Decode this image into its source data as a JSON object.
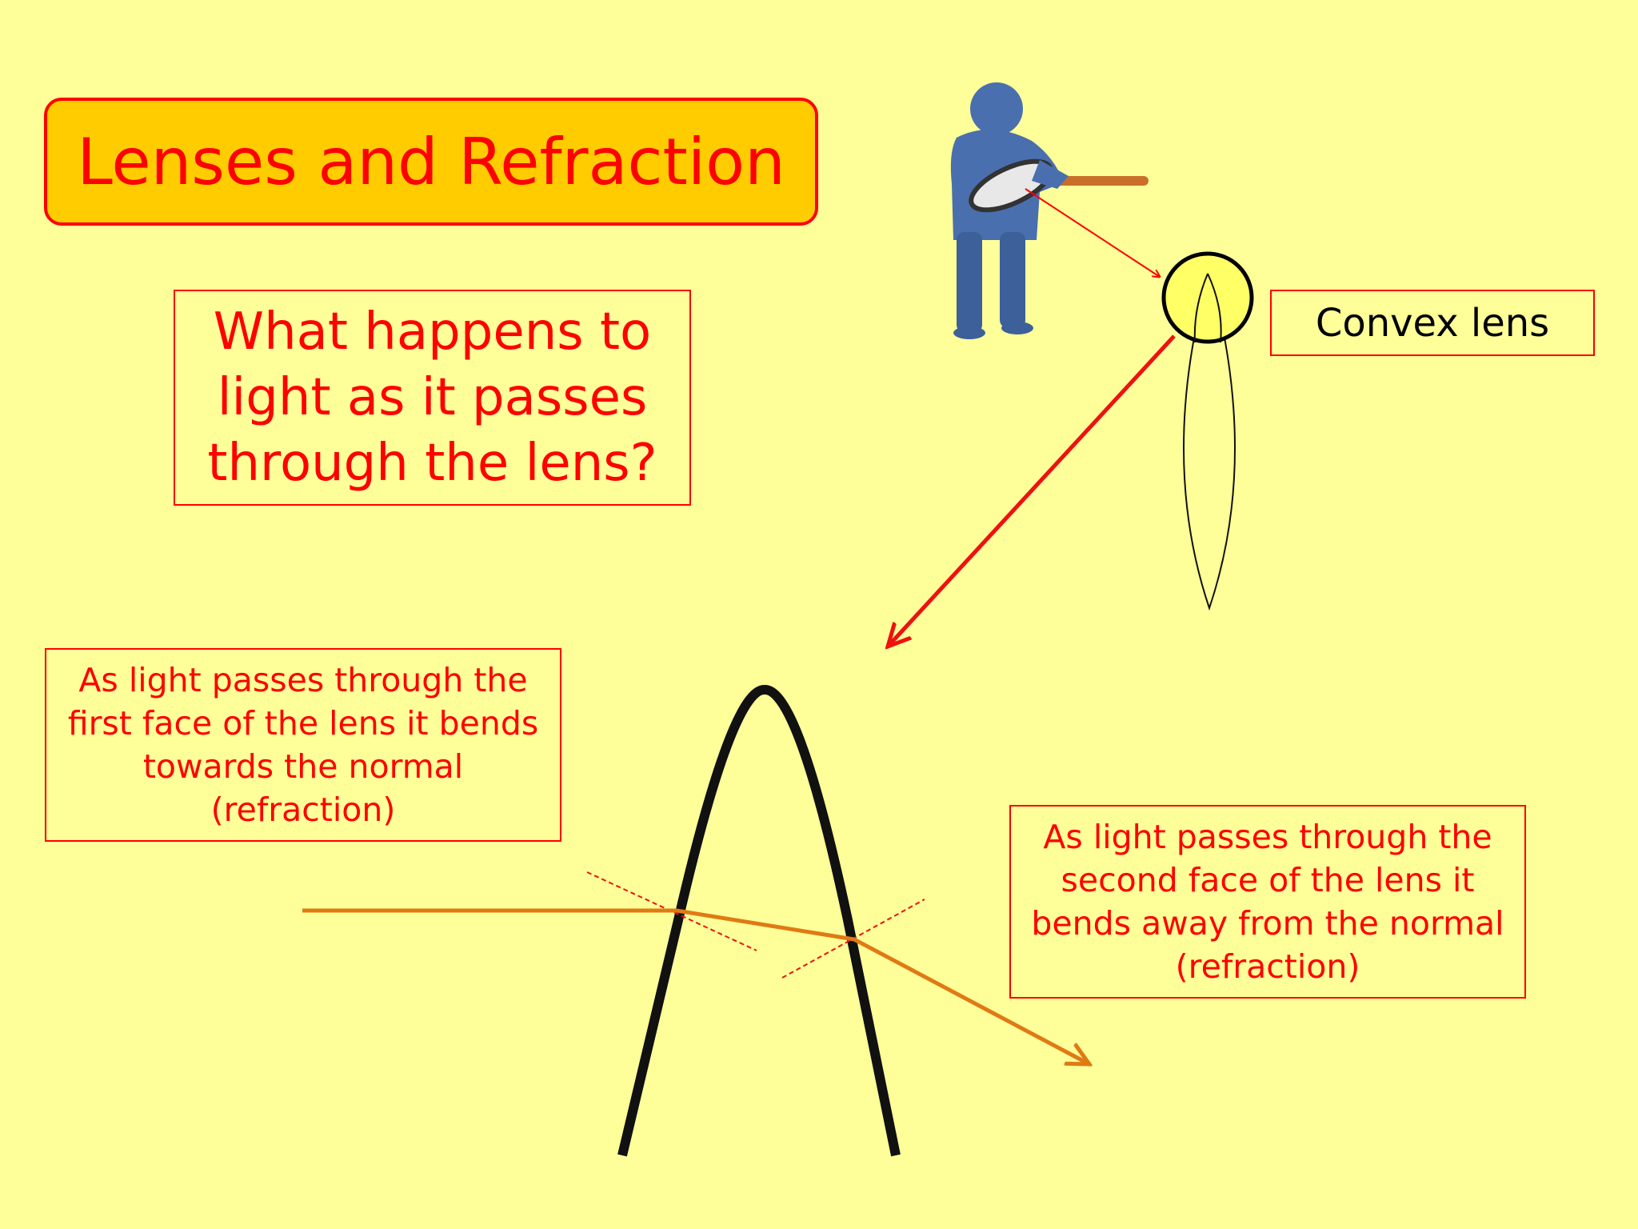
{
  "title": "Lenses and Refraction",
  "question": "What happens to light as it passes through the lens?",
  "convex_label": "Convex lens",
  "explanation_first_face": "As light passes through the first face of the lens it bends towards the normal (refraction)",
  "explanation_second_face": "As light passes through the second face of the lens it bends away from the normal (refraction)",
  "colors": {
    "background": "#ffff99",
    "title_fill": "#ffcc00",
    "accent_red": "#ff0000",
    "light_ray": "#e07a14",
    "figure_blue": "#4a6fae"
  },
  "icons": [
    "person-with-magnifier-icon",
    "magnifier-icon"
  ]
}
